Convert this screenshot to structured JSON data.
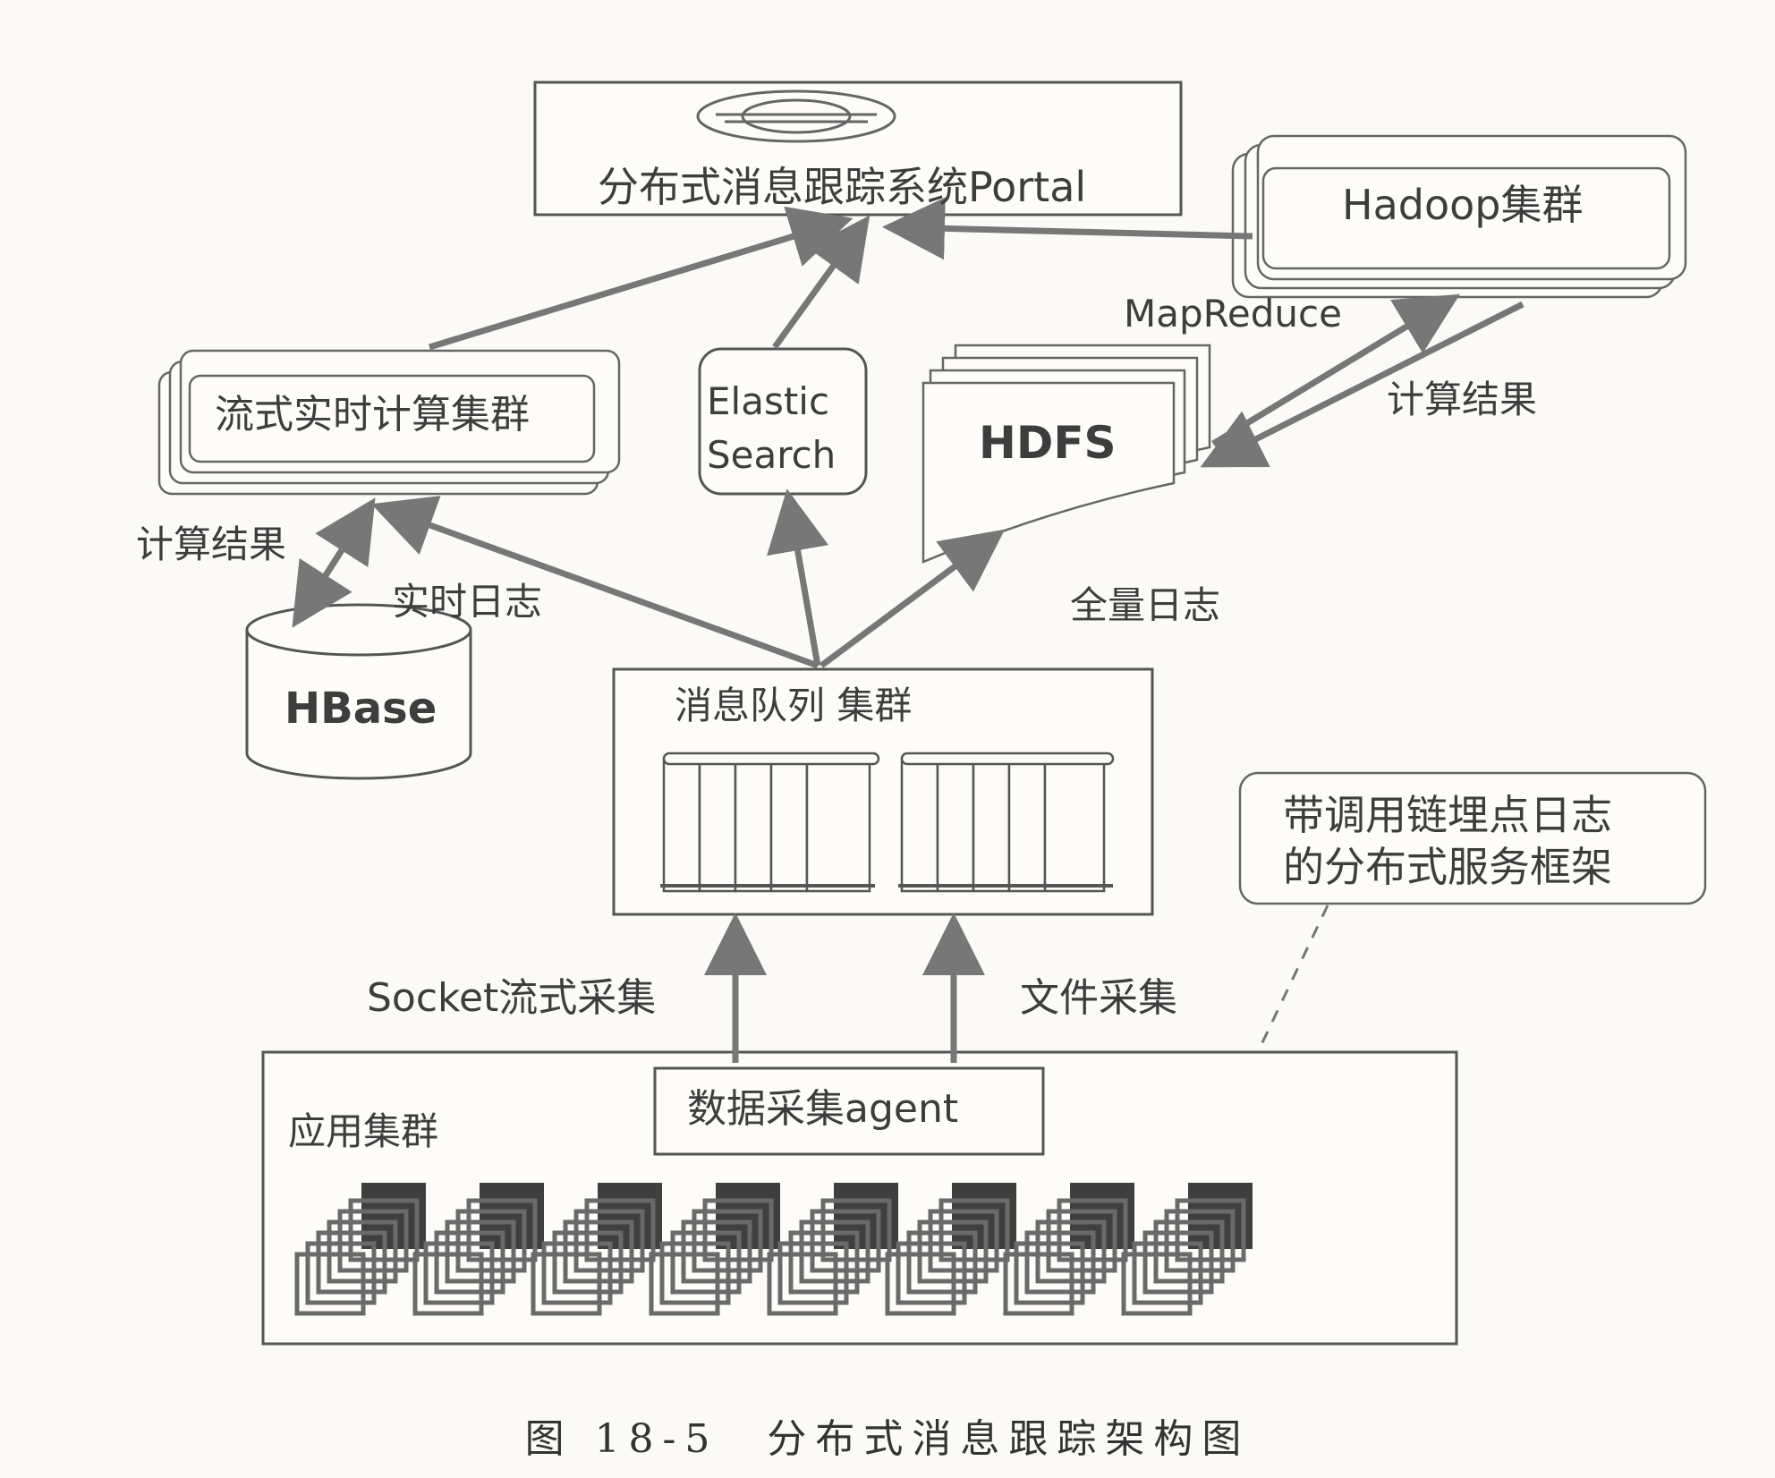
{
  "nodes": {
    "portal": "分布式消息跟踪系统Portal",
    "hadoop": "Hadoop集群",
    "stream": "流式实时计算集群",
    "es_line1": "Elastic",
    "es_line2": "Search",
    "hdfs": "HDFS",
    "hbase": "HBase",
    "mq": "消息队列 集群",
    "framework_line1": "带调用链埋点日志",
    "framework_line2": "的分布式服务框架",
    "app_cluster": "应用集群",
    "agent": "数据采集agent"
  },
  "edge_labels": {
    "mapreduce": "MapReduce",
    "calc_result_right": "计算结果",
    "calc_result_left": "计算结果",
    "realtime_log": "实时日志",
    "full_log": "全量日志",
    "socket_collect": "Socket流式采集",
    "file_collect": "文件采集"
  },
  "caption": "图 18-5　分布式消息跟踪架构图"
}
